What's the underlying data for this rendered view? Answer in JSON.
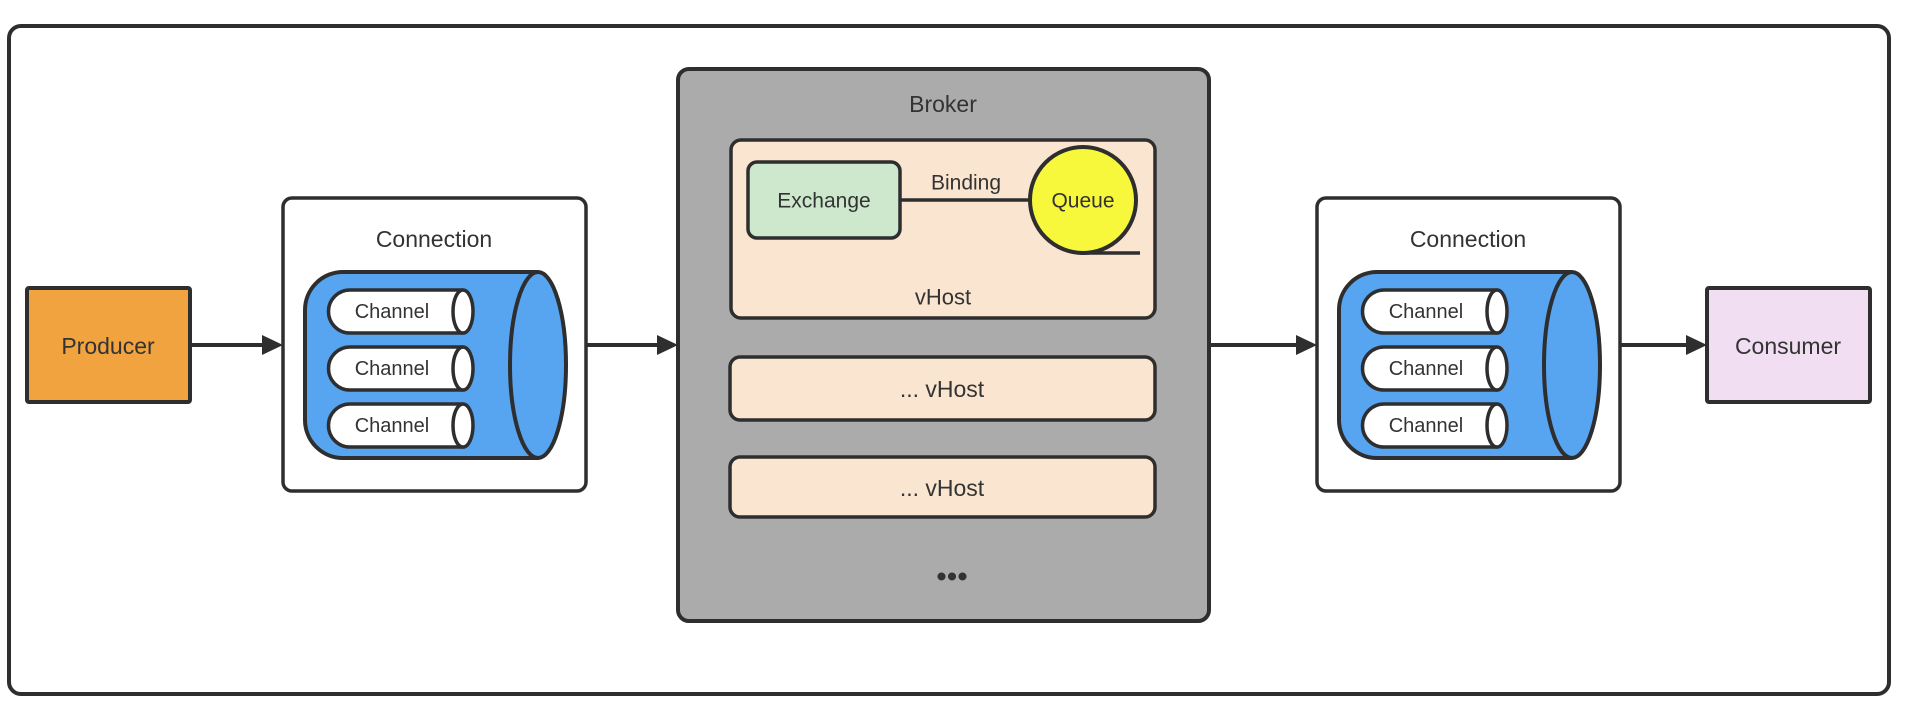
{
  "colors": {
    "canvas": "#ffffff",
    "stroke": "#2e2e2e",
    "label": "#333333",
    "producer_fill": "#f0a33f",
    "connection_fill": "#ffffff",
    "cylinder_fill": "#57a4f1",
    "channel_fill": "#ffffff",
    "broker_fill": "#ababab",
    "vhost_fill": "#fae5d0",
    "exchange_fill": "#cde8cc",
    "queue_fill": "#f7f73c",
    "consumer_fill": "#f1def2"
  },
  "nodes": {
    "producer": {
      "label": "Producer"
    },
    "left_connection": {
      "label": "Connection",
      "channels": [
        "Channel",
        "Channel",
        "Channel"
      ]
    },
    "broker": {
      "label": "Broker",
      "main_vhost": {
        "label": "vHost",
        "exchange_label": "Exchange",
        "binding_label": "Binding",
        "queue_label": "Queue"
      },
      "other_vhosts": [
        "... vHost",
        "... vHost"
      ],
      "more_indicator": "•••"
    },
    "right_connection": {
      "label": "Connection",
      "channels": [
        "Channel",
        "Channel",
        "Channel"
      ]
    },
    "consumer": {
      "label": "Consumer"
    }
  }
}
